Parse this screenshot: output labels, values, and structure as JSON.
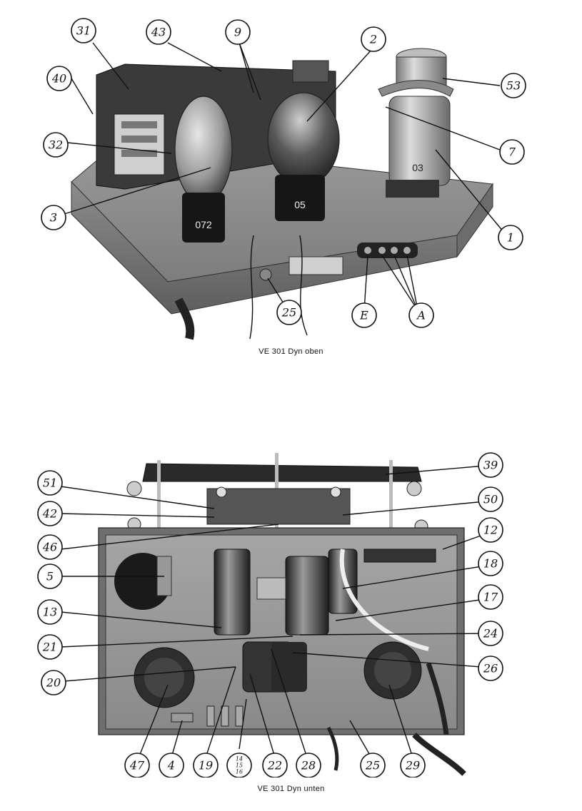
{
  "top_figure": {
    "caption": "VE 301 Dyn oben",
    "tube_labels": {
      "left": "072",
      "middle": "05",
      "right": "03"
    },
    "callouts": [
      "31",
      "43",
      "9",
      "2",
      "53",
      "40",
      "32",
      "7",
      "3",
      "1",
      "25",
      "E",
      "A"
    ]
  },
  "bottom_figure": {
    "caption": "VE 301 Dyn unten",
    "callouts": [
      "51",
      "39",
      "42",
      "50",
      "46",
      "12",
      "5",
      "18",
      "13",
      "17",
      "21",
      "24",
      "20",
      "26",
      "47",
      "4",
      "19",
      "22",
      "28",
      "25",
      "29"
    ],
    "stacked_callout": [
      "14",
      "15",
      "16"
    ]
  }
}
